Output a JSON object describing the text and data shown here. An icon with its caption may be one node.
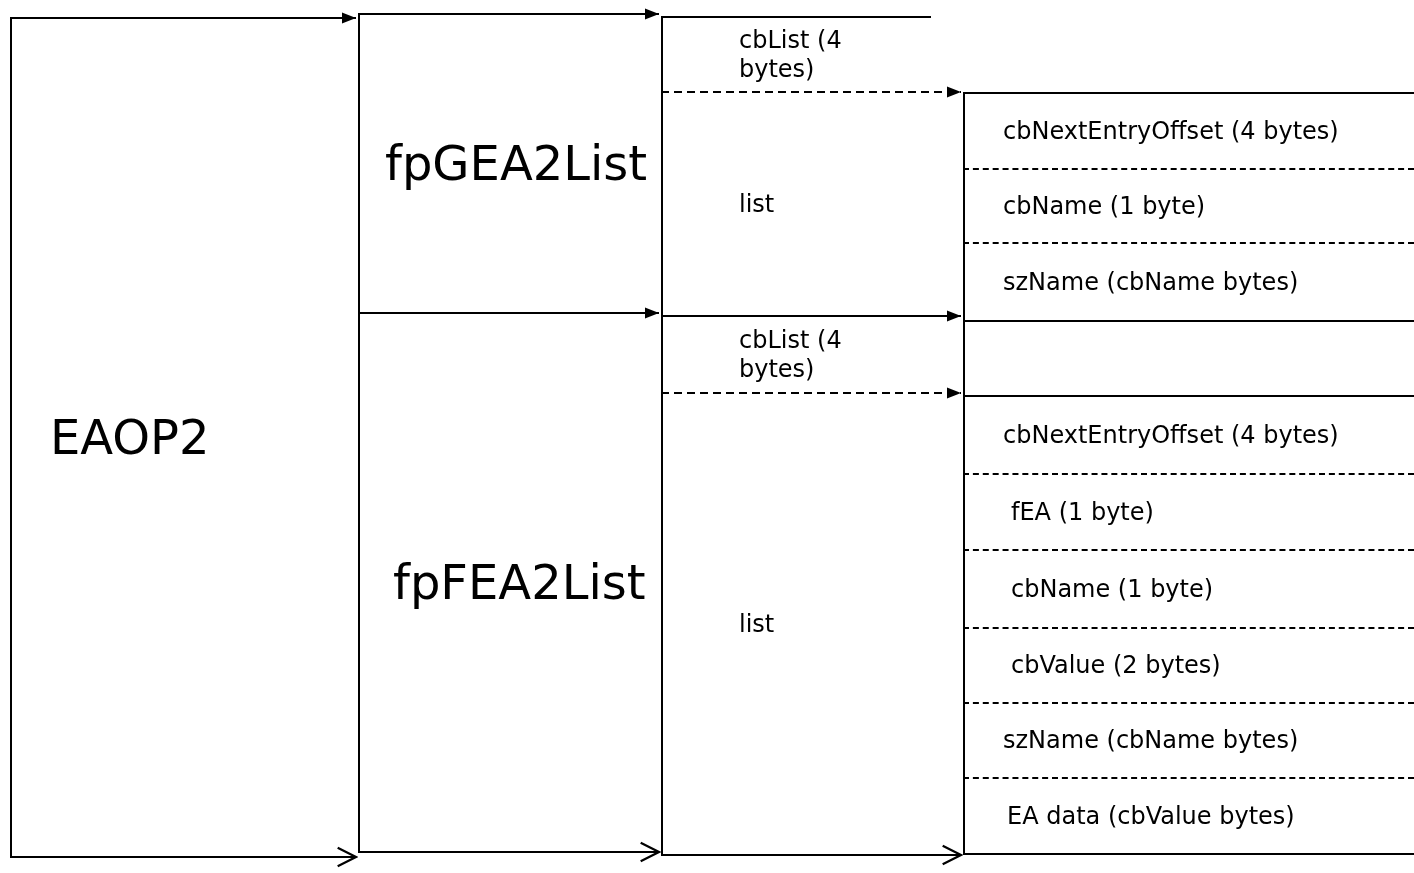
{
  "diagram": {
    "nodes": [
      {
        "text": [
          "EAOP2"
        ]
      },
      {
        "text": [
          "fpGEA2List"
        ]
      },
      {
        "text": [
          "fpFEA2List"
        ]
      },
      {
        "text": [
          "cbList (4 bytes)"
        ]
      },
      {
        "text": [
          "list"
        ]
      },
      {
        "text": [
          "cbList (4 bytes)"
        ]
      },
      {
        "text": [
          "list"
        ]
      },
      {
        "text": [
          "cbNextEntryOffset (4 bytes)"
        ]
      },
      {
        "text": [
          "cbName (1 byte)"
        ]
      },
      {
        "text": [
          "szName (cbName bytes)"
        ]
      },
      {
        "text": [],
        "shape": "box"
      },
      {
        "text": [
          "cbNextEntryOffset (4 bytes)"
        ]
      },
      {
        "text": [
          "fEA (1 byte)"
        ]
      },
      {
        "text": [
          "cbName (1 byte)"
        ]
      },
      {
        "text": [
          "cbValue (2 bytes)"
        ]
      },
      {
        "text": [
          "szName (cbName bytes)"
        ]
      },
      {
        "text": [
          "EA data (cbValue bytes)"
        ]
      }
    ],
    "edges": [
      {
        "from": 0,
        "to": 1,
        "arrow": "to"
      },
      {
        "from": 0,
        "to": 2,
        "arrow": "to"
      },
      {
        "from": 1,
        "to": 3,
        "arrow": "to"
      },
      {
        "from": 2,
        "to": 5,
        "arrow": "to"
      },
      {
        "from": 2,
        "to": 6,
        "arrow": "to"
      },
      {
        "from": 4,
        "to": 7,
        "arrow": "to",
        "style": "dashed"
      },
      {
        "from": 4,
        "to": 10,
        "arrow": "to"
      },
      {
        "from": 6,
        "to": 11,
        "arrow": "to",
        "style": "dashed"
      },
      {
        "from": 6,
        "to": 16,
        "arrow": "to"
      }
    ]
  }
}
